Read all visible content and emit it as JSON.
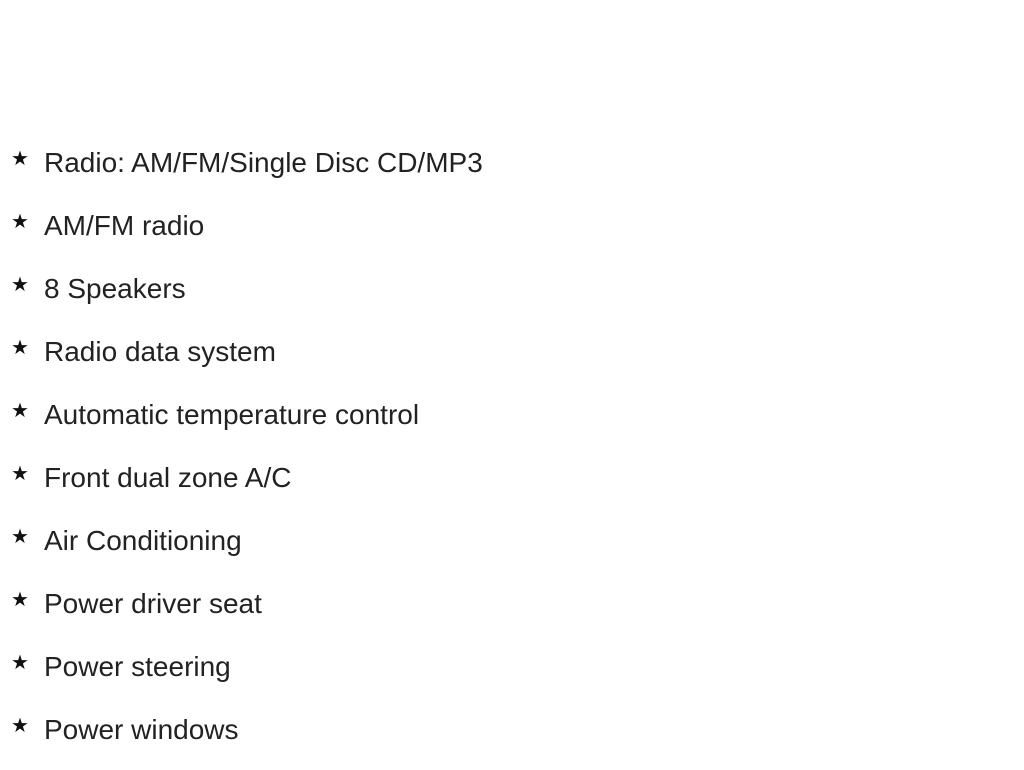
{
  "bullet_icon": "star-icon",
  "items": [
    "Radio: AM/FM/Single Disc CD/MP3",
    "AM/FM radio",
    "8 Speakers",
    "Radio data system",
    "Automatic temperature control",
    "Front dual zone A/C",
    "Air Conditioning",
    "Power driver seat",
    "Power steering",
    "Power windows"
  ]
}
